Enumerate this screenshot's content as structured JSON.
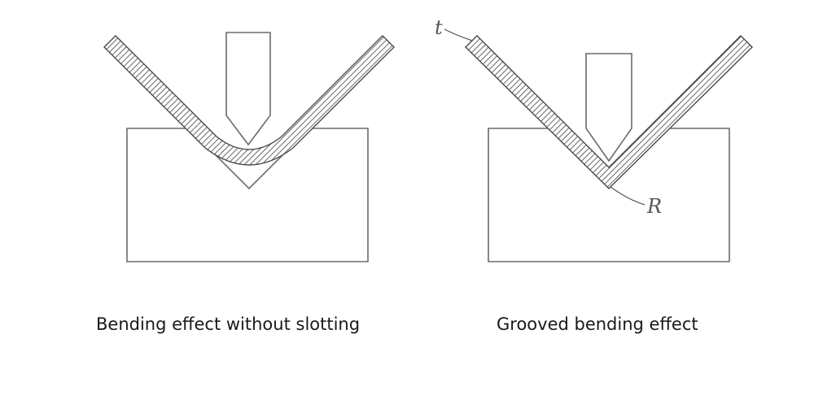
{
  "captions": {
    "left": "Bending effect without slotting",
    "right": "Grooved bending effect"
  },
  "labels": {
    "thickness": "t",
    "radius": "R"
  },
  "colors": {
    "line": "#6b6b6b",
    "hatch": "#555555",
    "text": "#1a1a1a"
  }
}
